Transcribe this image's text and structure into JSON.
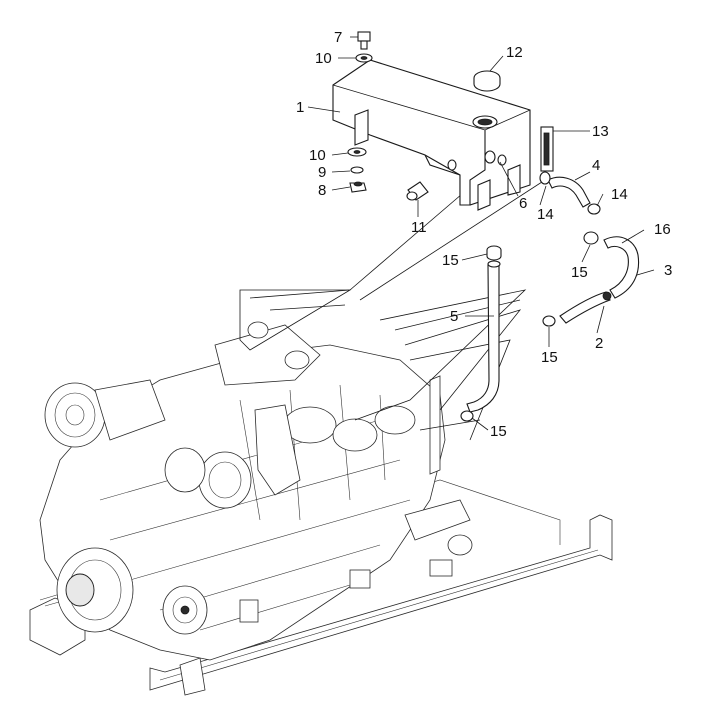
{
  "diagram": {
    "callouts": [
      {
        "id": "c1",
        "label": "1"
      },
      {
        "id": "c2",
        "label": "2"
      },
      {
        "id": "c3",
        "label": "3"
      },
      {
        "id": "c4",
        "label": "4"
      },
      {
        "id": "c5",
        "label": "5"
      },
      {
        "id": "c6",
        "label": "6"
      },
      {
        "id": "c7",
        "label": "7"
      },
      {
        "id": "c8",
        "label": "8"
      },
      {
        "id": "c9",
        "label": "9"
      },
      {
        "id": "c10a",
        "label": "10"
      },
      {
        "id": "c10b",
        "label": "10"
      },
      {
        "id": "c11",
        "label": "11"
      },
      {
        "id": "c12",
        "label": "12"
      },
      {
        "id": "c13",
        "label": "13"
      },
      {
        "id": "c14a",
        "label": "14"
      },
      {
        "id": "c14b",
        "label": "14"
      },
      {
        "id": "c15a",
        "label": "15"
      },
      {
        "id": "c15b",
        "label": "15"
      },
      {
        "id": "c15c",
        "label": "15"
      },
      {
        "id": "c15d",
        "label": "15"
      },
      {
        "id": "c16",
        "label": "16"
      }
    ]
  }
}
